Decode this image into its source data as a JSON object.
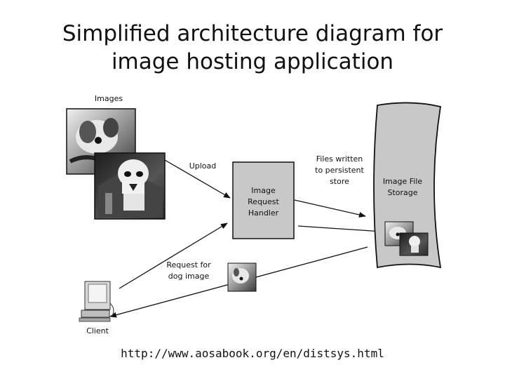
{
  "slide": {
    "title_lines": [
      "Simplified architecture diagram for",
      "image hosting application"
    ],
    "url": "http://www.aosabook.org/en/distsys.html"
  },
  "diagram": {
    "images_label": "Images",
    "upload_label": "Upload",
    "handler_lines": [
      "Image",
      "Request",
      "Handler"
    ],
    "files_written_lines": [
      "Files written",
      "to persistent",
      "store"
    ],
    "storage_lines": [
      "Image File",
      "Storage"
    ],
    "request_lines": [
      "Request for",
      "dog image"
    ],
    "client_label": "Client"
  },
  "colors": {
    "box_fill": "#c8c8c8",
    "arrow": "#111111",
    "photo_dark": "#2a2a2a",
    "photo_light": "#e6e6e6"
  },
  "icons": [
    "dog-photo-icon",
    "stormtrooper-photo-icon",
    "computer-icon"
  ]
}
